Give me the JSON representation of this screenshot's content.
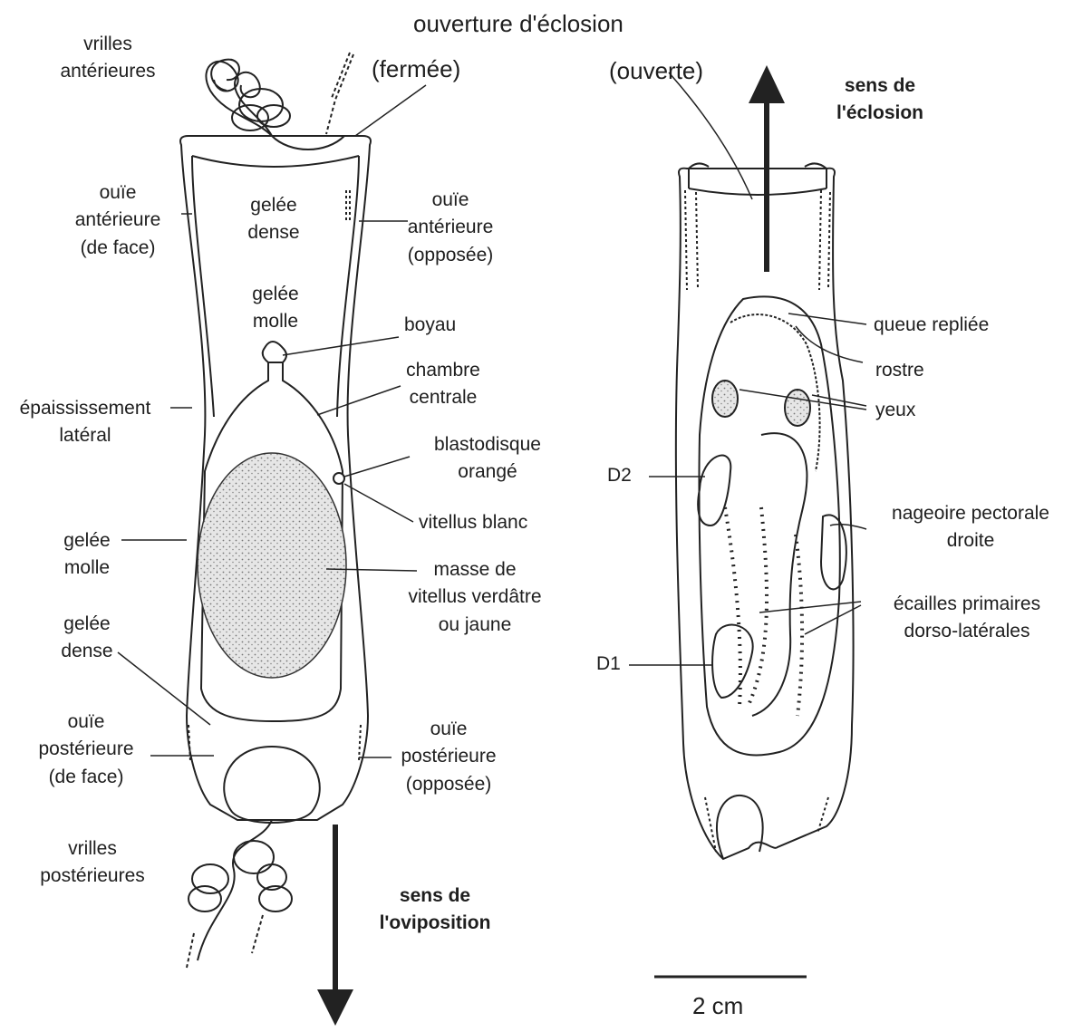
{
  "labels": {
    "ouverture": "ouverture d'éclosion",
    "fermee": "(fermée)",
    "ouverte": "(ouverte)",
    "vrilles_ant": "vrilles\nantérieures",
    "sens_eclosion": "sens de\nl'éclosion",
    "ouie_ant_face": "ouïe\nantérieure\n(de face)",
    "gelee_dense_top": "gelée\ndense",
    "ouie_ant_opp": "ouïe\nantérieure\n(opposée)",
    "gelee_molle_top": "gelée\nmolle",
    "boyau": "boyau",
    "chambre": "chambre\ncentrale",
    "epaississement": "épaississement\nlatéral",
    "blastodisque": "blastodisque\norangé",
    "vitellus_blanc": "vitellus blanc",
    "gelee_molle_left": "gelée\nmolle",
    "masse": "masse de\nvitellus verdâtre\nou jaune",
    "gelee_dense_left": "gelée\ndense",
    "ouie_post_face": "ouïe\npostérieure\n(de face)",
    "ouie_post_opp": "ouïe\npostérieure\n(opposée)",
    "vrilles_post": "vrilles\npostérieures",
    "sens_oviposition": "sens de\nl'oviposition",
    "queue": "queue repliée",
    "rostre": "rostre",
    "yeux": "yeux",
    "d2": "D2",
    "nageoire": "nageoire pectorale\ndroite",
    "ecailles": "écailles primaires\ndorso-latérales",
    "d1": "D1",
    "scale": "2 cm"
  }
}
